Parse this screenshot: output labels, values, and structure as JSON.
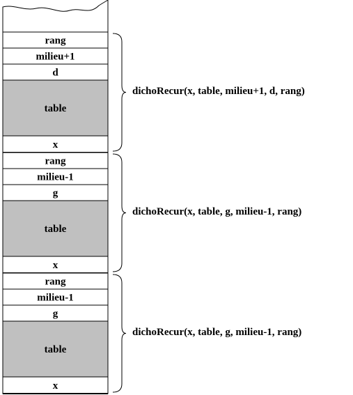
{
  "diagram": {
    "colors": {
      "table_fill": "#c0c0c0",
      "cell_fill": "#ffffff",
      "line": "#000000"
    },
    "frames": [
      {
        "cells": [
          {
            "label": "rang",
            "shaded": false
          },
          {
            "label": "milieu+1",
            "shaded": false
          },
          {
            "label": "d",
            "shaded": false
          },
          {
            "label": "table",
            "shaded": true
          },
          {
            "label": "x",
            "shaded": false
          }
        ],
        "call": "dichoRecur(x, table, milieu+1, d, rang)"
      },
      {
        "cells": [
          {
            "label": "rang",
            "shaded": false
          },
          {
            "label": "milieu-1",
            "shaded": false
          },
          {
            "label": "g",
            "shaded": false
          },
          {
            "label": "table",
            "shaded": true
          },
          {
            "label": "x",
            "shaded": false
          }
        ],
        "call": "dichoRecur(x, table, g, milieu-1, rang)"
      },
      {
        "cells": [
          {
            "label": "rang",
            "shaded": false
          },
          {
            "label": "milieu-1",
            "shaded": false
          },
          {
            "label": "g",
            "shaded": false
          },
          {
            "label": "table",
            "shaded": true
          },
          {
            "label": "x",
            "shaded": false
          }
        ],
        "call": "dichoRecur(x, table, g, milieu-1, rang)"
      }
    ]
  }
}
